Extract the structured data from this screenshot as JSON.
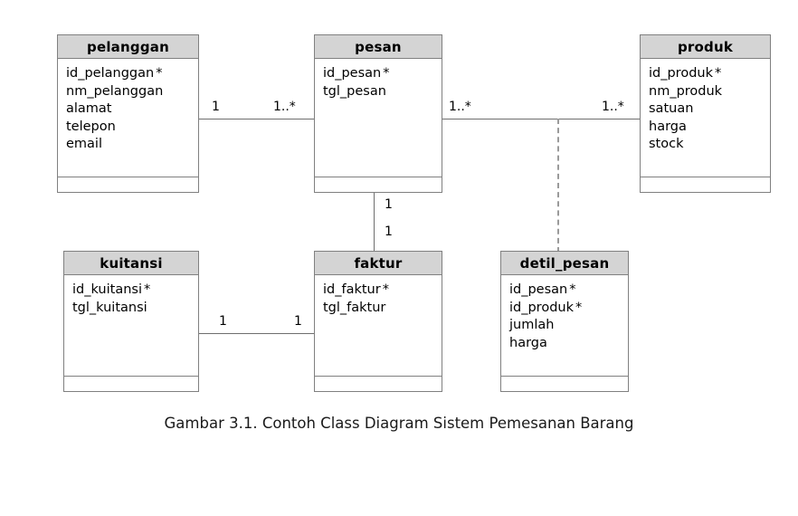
{
  "figure": {
    "caption": "Gambar 3.1. Contoh Class Diagram Sistem Pemesanan Barang"
  },
  "style": {
    "header_fill": "#d4d4d4",
    "border_color": "#808080",
    "line_color": "#6e6e6e",
    "dashed_color": "#9a9a9a",
    "background": "#ffffff"
  },
  "classes": [
    {
      "id": "pelanggan",
      "name": "pelanggan",
      "attributes": [
        {
          "name": "id_pelanggan",
          "key": "*"
        },
        {
          "name": "nm_pelanggan",
          "key": ""
        },
        {
          "name": "alamat",
          "key": ""
        },
        {
          "name": "telepon",
          "key": ""
        },
        {
          "name": "email",
          "key": ""
        }
      ],
      "operations": []
    },
    {
      "id": "pesan",
      "name": "pesan",
      "attributes": [
        {
          "name": "id_pesan",
          "key": "*"
        },
        {
          "name": "tgl_pesan",
          "key": ""
        }
      ],
      "operations": []
    },
    {
      "id": "produk",
      "name": "produk",
      "attributes": [
        {
          "name": "id_produk",
          "key": "*"
        },
        {
          "name": "nm_produk",
          "key": ""
        },
        {
          "name": "satuan",
          "key": ""
        },
        {
          "name": "harga",
          "key": ""
        },
        {
          "name": "stock",
          "key": ""
        }
      ],
      "operations": []
    },
    {
      "id": "kuitansi",
      "name": "kuitansi",
      "attributes": [
        {
          "name": "id_kuitansi",
          "key": "*"
        },
        {
          "name": "tgl_kuitansi",
          "key": ""
        }
      ],
      "operations": []
    },
    {
      "id": "faktur",
      "name": "faktur",
      "attributes": [
        {
          "name": "id_faktur",
          "key": "*"
        },
        {
          "name": "tgl_faktur",
          "key": ""
        }
      ],
      "operations": []
    },
    {
      "id": "detil_pesan",
      "name": "detil_pesan",
      "attributes": [
        {
          "name": "id_pesan",
          "key": "*"
        },
        {
          "name": "id_produk",
          "key": "*"
        },
        {
          "name": "jumlah",
          "key": ""
        },
        {
          "name": "harga",
          "key": ""
        }
      ],
      "operations": []
    }
  ],
  "associations": [
    {
      "id": "pelanggan-pesan",
      "from": "pelanggan",
      "to": "pesan",
      "style": "solid",
      "source_multiplicity": "1",
      "target_multiplicity": "1..*"
    },
    {
      "id": "pesan-produk",
      "from": "pesan",
      "to": "produk",
      "style": "solid",
      "source_multiplicity": "1..*",
      "target_multiplicity": "1..*"
    },
    {
      "id": "pesan-faktur",
      "from": "pesan",
      "to": "faktur",
      "style": "solid",
      "source_multiplicity": "1",
      "target_multiplicity": "1"
    },
    {
      "id": "kuitansi-faktur",
      "from": "kuitansi",
      "to": "faktur",
      "style": "solid",
      "source_multiplicity": "1",
      "target_multiplicity": "1"
    },
    {
      "id": "pesanproduk-detilpesan",
      "from": "pesan-produk",
      "to": "detil_pesan",
      "style": "dashed",
      "source_multiplicity": "",
      "target_multiplicity": ""
    }
  ]
}
